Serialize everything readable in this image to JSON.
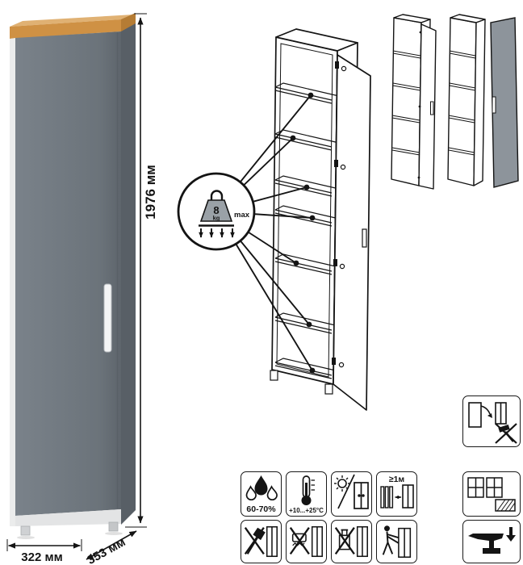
{
  "dimensions": {
    "height": "1976 мм",
    "width": "322 мм",
    "depth": "353 мм"
  },
  "shelf_load": {
    "value": "8",
    "unit": "kg",
    "max": "max"
  },
  "care": {
    "humidity": "60-70%",
    "temperature": "+10...+25°С",
    "heat_distance": "≥1м"
  },
  "colors": {
    "door_grey": "#6b737a",
    "side_grey": "#585f66",
    "wood_top": "#cf9144",
    "handle": "#f4f5f6",
    "ink": "#141414"
  }
}
